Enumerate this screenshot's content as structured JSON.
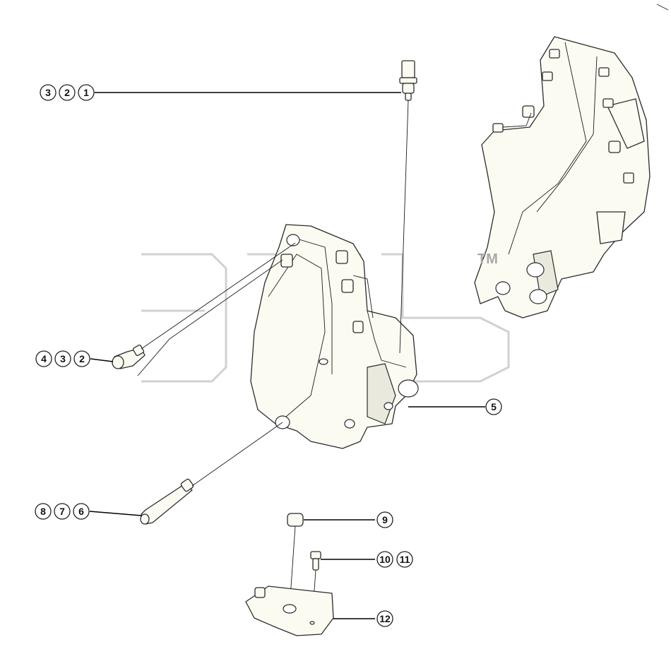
{
  "callouts": [
    {
      "id": "c-321",
      "numbers": [
        "3",
        "2",
        "1"
      ]
    },
    {
      "id": "c-432",
      "numbers": [
        "4",
        "3",
        "2"
      ]
    },
    {
      "id": "c-5",
      "numbers": [
        "5"
      ]
    },
    {
      "id": "c-876",
      "numbers": [
        "8",
        "7",
        "6"
      ]
    },
    {
      "id": "c-9",
      "numbers": [
        "9"
      ]
    },
    {
      "id": "c-1011",
      "numbers": [
        "10",
        "11"
      ]
    },
    {
      "id": "c-12",
      "numbers": [
        "12"
      ]
    }
  ],
  "watermark": {
    "trademark": "TM"
  },
  "colors": {
    "part_fill": "#fbfbf2",
    "line": "#2b2b2b",
    "watermark": "#b9b9b9"
  }
}
